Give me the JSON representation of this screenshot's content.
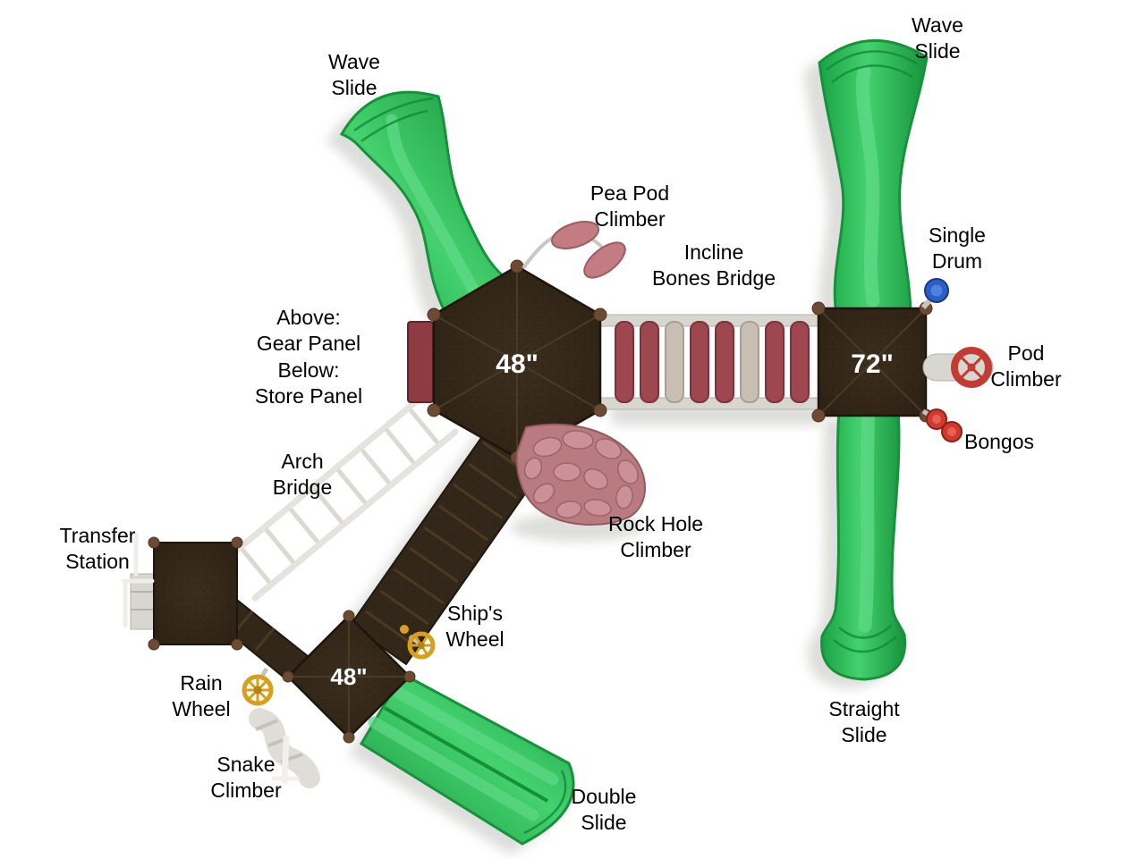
{
  "diagram": {
    "decks": {
      "hex_label": "48\"",
      "square_right_label": "72\"",
      "square_lower_label": "48\""
    },
    "labels": {
      "wave_slide_left": "Wave\nSlide",
      "wave_slide_right": "Wave\nSlide",
      "pea_pod_climber": "Pea Pod\nClimber",
      "incline_bones_bridge": "Incline\nBones Bridge",
      "single_drum": "Single\nDrum",
      "pod_climber": "Pod\nClimber",
      "bongos": "Bongos",
      "panel_note": "Above:\nGear Panel\nBelow:\nStore Panel",
      "arch_bridge": "Arch\nBridge",
      "rock_hole_climber": "Rock Hole\nClimber",
      "transfer_station": "Transfer\nStation",
      "ships_wheel": "Ship's\nWheel",
      "rain_wheel": "Rain\nWheel",
      "snake_climber": "Snake\nClimber",
      "double_slide": "Double\nSlide",
      "straight_slide": "Straight\nSlide"
    },
    "colors": {
      "slide_green": "#2db14e",
      "slide_green_dark": "#17923c",
      "deck_brown": "#33271a",
      "bridge_red": "#9e4750",
      "rock_pink": "#b97b80",
      "rail_gray": "#d8d6d1",
      "panel_red": "#8e3b43",
      "wheel_yellow": "#d79f1c",
      "drum_blue": "#2b5fc7",
      "bongo_red": "#d23a30"
    }
  }
}
